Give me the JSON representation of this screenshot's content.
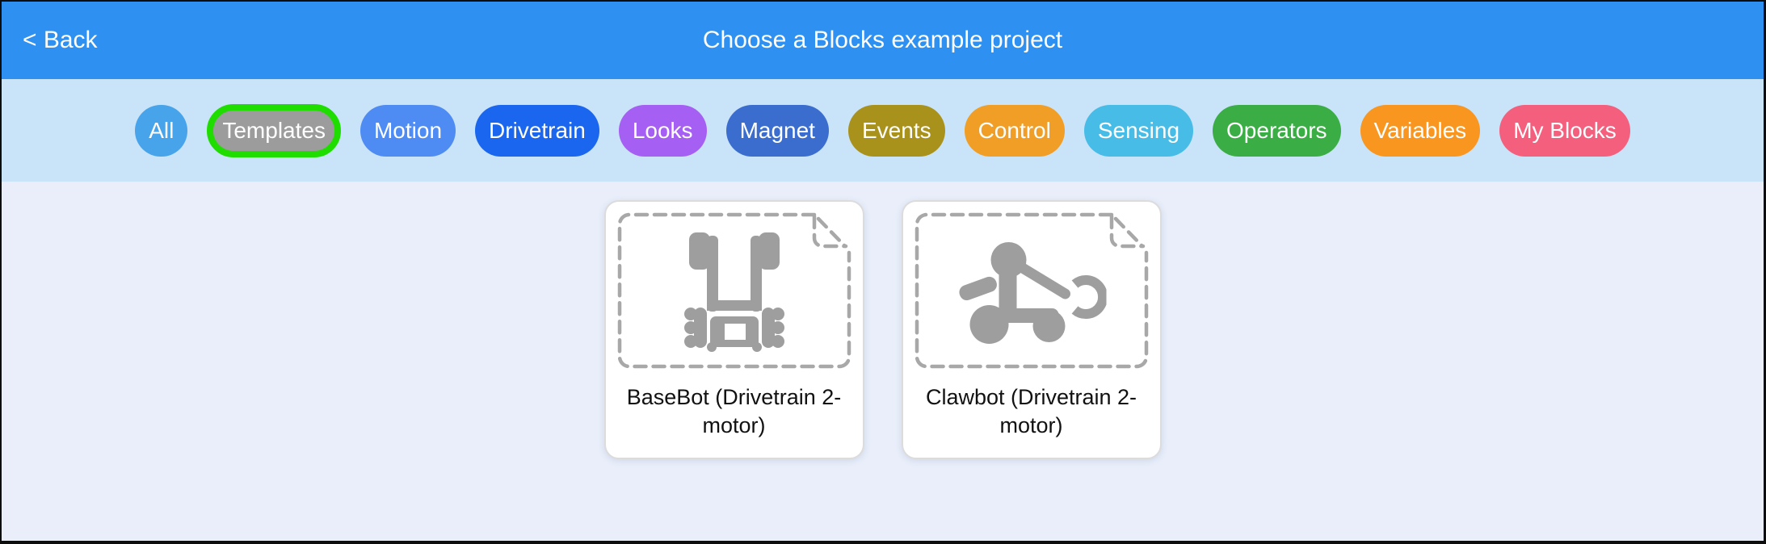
{
  "header": {
    "back_label": "< Back",
    "title": "Choose a Blocks example project"
  },
  "filters": [
    {
      "id": "all",
      "label": "All",
      "color": "#47a3ea",
      "selected": false
    },
    {
      "id": "templates",
      "label": "Templates",
      "color": "#9c9c9c",
      "selected": true,
      "ring_color": "#20dd00"
    },
    {
      "id": "motion",
      "label": "Motion",
      "color": "#4e8cf3",
      "selected": false
    },
    {
      "id": "drivetrain",
      "label": "Drivetrain",
      "color": "#1a66ef",
      "selected": false
    },
    {
      "id": "looks",
      "label": "Looks",
      "color": "#a55ff2",
      "selected": false
    },
    {
      "id": "magnet",
      "label": "Magnet",
      "color": "#3a6dce",
      "selected": false
    },
    {
      "id": "events",
      "label": "Events",
      "color": "#a9921c",
      "selected": false
    },
    {
      "id": "control",
      "label": "Control",
      "color": "#f09e25",
      "selected": false
    },
    {
      "id": "sensing",
      "label": "Sensing",
      "color": "#46bce7",
      "selected": false
    },
    {
      "id": "operators",
      "label": "Operators",
      "color": "#3bad45",
      "selected": false
    },
    {
      "id": "variables",
      "label": "Variables",
      "color": "#f89620",
      "selected": false
    },
    {
      "id": "my_blocks",
      "label": "My Blocks",
      "color": "#f45f7d",
      "selected": false
    }
  ],
  "projects": [
    {
      "name": "BaseBot (Drivetrain 2-motor)",
      "icon": "basebot-icon"
    },
    {
      "name": "Clawbot (Drivetrain 2-motor)",
      "icon": "clawbot-icon"
    }
  ],
  "colors": {
    "header_bg": "#2e90f1",
    "filter_band_bg": "#c9e3f8",
    "page_bg": "#e9eefa",
    "card_bg": "#ffffff",
    "card_border": "#dcdcdc",
    "card_text": "#111111",
    "dashed_outline": "#a8a8a8",
    "robot_icon": "#9e9e9e",
    "selected_ring": "#20dd00",
    "window_edge": "#0d0d0d"
  }
}
